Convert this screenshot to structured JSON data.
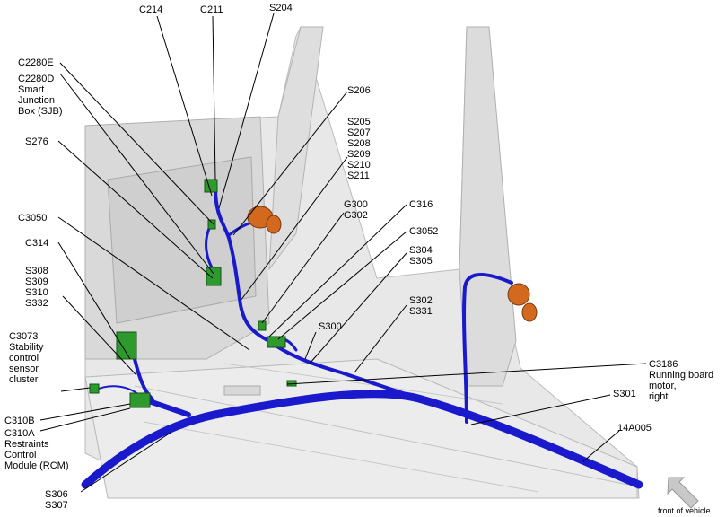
{
  "labels": {
    "c214": "C214",
    "c211": "C211",
    "s204": "S204",
    "c2280e": "C2280E",
    "c2280d": "C2280D\nSmart\nJunction\nBox (SJB)",
    "s206": "S206",
    "s276": "S276",
    "s205_group": "S205\nS207\nS208\nS209\nS210\nS211",
    "c3050": "C3050",
    "g300_g302": "G300\nG302",
    "c316": "C316",
    "c3052": "C3052",
    "c314": "C314",
    "s304_s305": "S304\nS305",
    "s308_group": "S308\nS309\nS310\nS332",
    "s302_s331": "S302\nS331",
    "c3073": "C3073\nStability\ncontrol\nsensor\ncluster",
    "s300": "S300",
    "c3186": "C3186\nRunning board\nmotor,\nright",
    "s301": "S301",
    "c310b": "C310B",
    "c310a": "C310A\nRestraints\nControl\nModule (RCM)",
    "p14a005": "14A005",
    "s306_s307": "S306\nS307",
    "front_of_vehicle": "front of vehicle"
  },
  "colors": {
    "harness": "#1a1acc",
    "connector": "#2e9a2e",
    "motor": "#d2691e",
    "body_panel": "#e6e6e6",
    "body_edge": "#b4b4b4",
    "arrow": "#c8c8c8"
  }
}
